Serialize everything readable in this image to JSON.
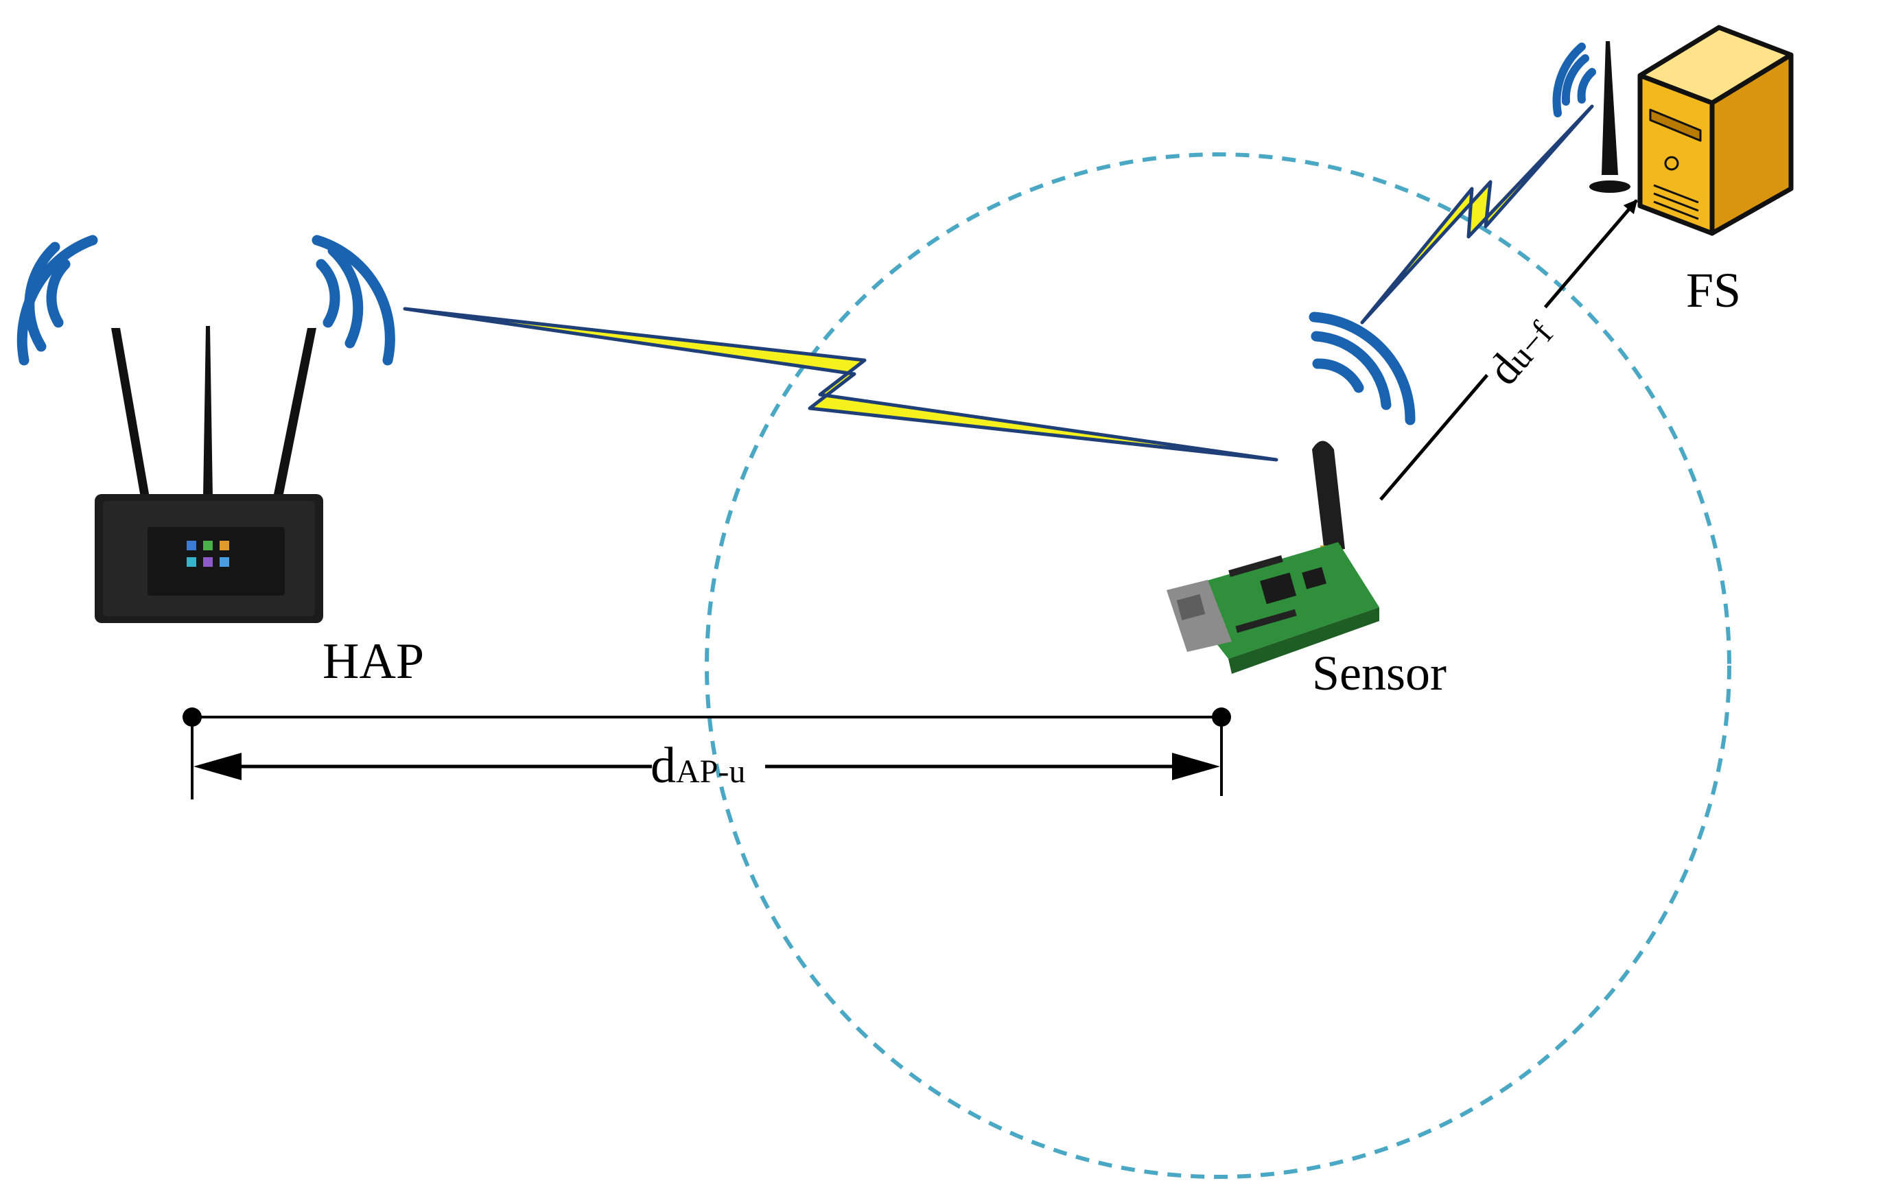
{
  "labels": {
    "hap": "HAP",
    "sensor": "Sensor",
    "fs": "FS",
    "d_ap_u_main": "d",
    "d_ap_u_sub": "AP-u",
    "d_u_f_main": "d",
    "d_u_f_sub": "u−f"
  },
  "colors": {
    "wifi_blue": "#1a63b0",
    "coverage_circle": "#4aa8c4",
    "bolt_fill": "#f4f11c",
    "bolt_outline": "#1f3f78",
    "server_gold": "#f2b81e",
    "router_body": "#1c1c1c",
    "board_green": "#2f8f3a"
  },
  "icons": {
    "hap": "wireless-router-icon",
    "sensor": "sensor-board-icon",
    "fs": "server-tower-icon",
    "signal": "wifi-signal-icon",
    "link": "lightning-bolt-icon"
  }
}
